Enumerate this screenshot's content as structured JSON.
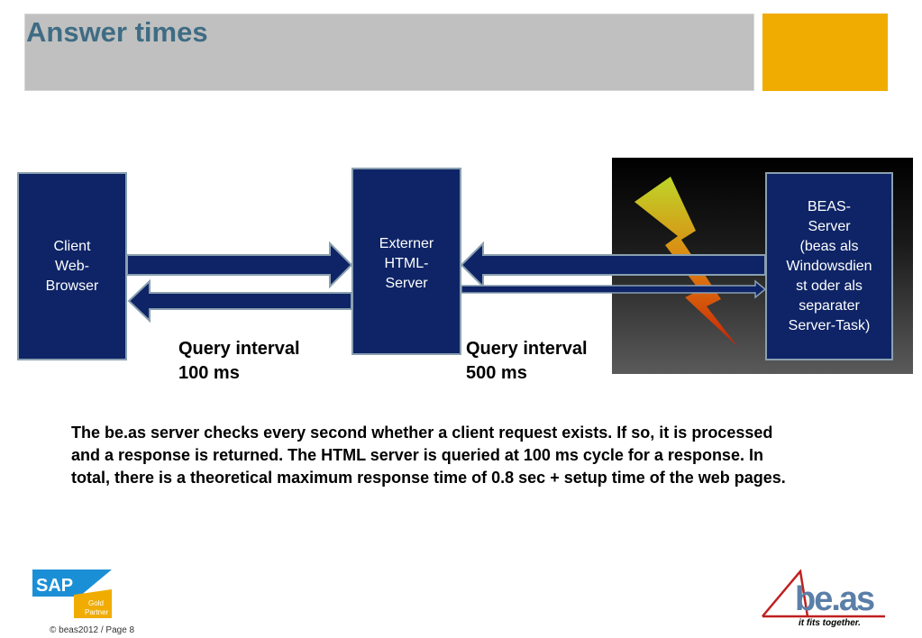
{
  "header": {
    "title": "Answer times",
    "accent_color": "#f0ac00",
    "bar_color": "#c0c0c0"
  },
  "diagram": {
    "client": {
      "lines": [
        "Client",
        "Web-",
        "Browser"
      ]
    },
    "html_server": {
      "lines": [
        "Externer",
        "HTML-",
        "Server"
      ]
    },
    "beas_server": {
      "lines": [
        "BEAS-",
        "Server",
        "(beas als",
        "Windowsdien",
        "st oder als",
        "separater",
        "Server-Task)"
      ]
    },
    "query_left": {
      "line1": "Query interval",
      "line2": "100 ms"
    },
    "query_right": {
      "line1": "Query interval",
      "line2": "500 ms"
    },
    "lightning_icon": "lightning-bolt-icon"
  },
  "description": "The be.as server checks every second whether a client request exists. If so, it is processed and a response is returned. The HTML server is queried at 100 ms cycle for a response. In total, there is a theoretical maximum response time of 0.8 sec + setup time of the web pages.",
  "footer": {
    "text": "© beas2012 / Page 8"
  },
  "logos": {
    "sap": {
      "brand": "SAP",
      "badge_line1": "Gold",
      "badge_line2": "Partner"
    },
    "beas": {
      "brand": "be.as",
      "tagline": "it fits together."
    }
  }
}
